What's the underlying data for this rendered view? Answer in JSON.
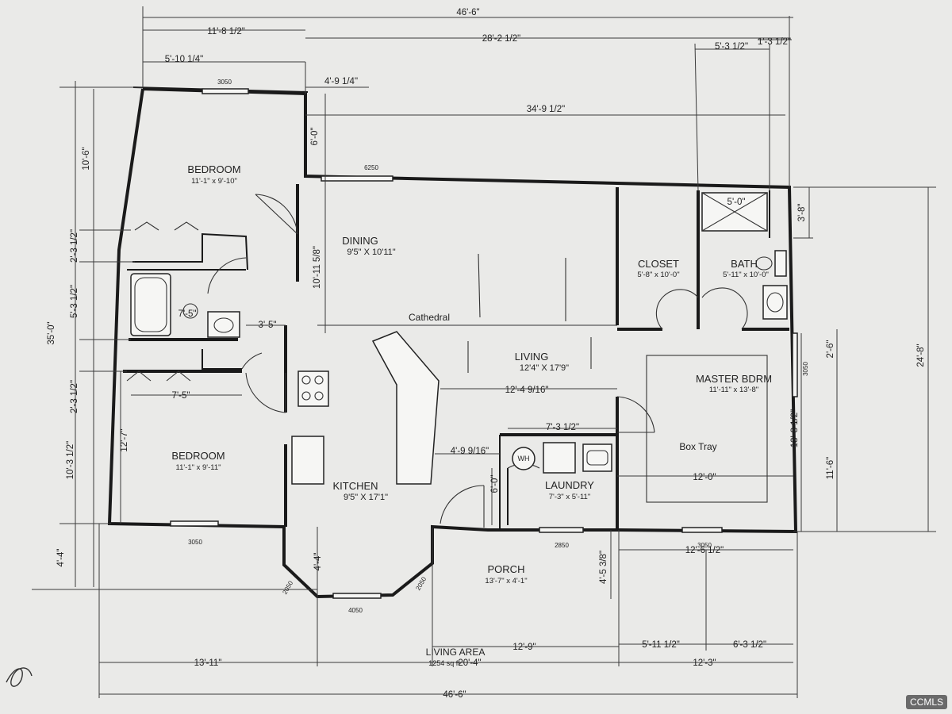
{
  "rooms": {
    "bedroom1": {
      "name": "BEDROOM",
      "size": "11'-1\" x 9'-10\""
    },
    "bedroom2": {
      "name": "BEDROOM",
      "size": "11'-1\" x 9'-11\""
    },
    "dining": {
      "name": "DINING",
      "size": "9'5\" X 10'11\""
    },
    "living": {
      "name": "LIVING",
      "size": "12'4\" X 17'9\""
    },
    "kitchen": {
      "name": "KITCHEN",
      "size": "9'5\" X 17'1\""
    },
    "closet": {
      "name": "CLOSET",
      "size": "5'-8\" x 10'-0\""
    },
    "bath": {
      "name": "BATH",
      "size": "5'-11\" x 10'-0\""
    },
    "master": {
      "name": "MASTER BDRM",
      "size": "11'-11\" x 13'-8\""
    },
    "laundry": {
      "name": "LAUNDRY",
      "size": "7'-3\" x 5'-11\""
    },
    "porch": {
      "name": "PORCH",
      "size": "13'-7\" x 4'-1\""
    }
  },
  "labels": {
    "cathedral": "Cathedral",
    "box_tray": "Box Tray",
    "wh": "WH",
    "living_area": "LIVING AREA",
    "living_area_value": "1254 sq ft",
    "watermark": "CCMLS"
  },
  "windows": {
    "w_top_bed": "3050",
    "w_dining": "6250",
    "w_bot_bed": "3050",
    "w_master": "3050",
    "w_kitchen_left": "2050",
    "w_kitchen_bottom": "4050",
    "w_kitchen_right": "2050",
    "w_laundry": "2850",
    "w_master_bottom": "3050"
  },
  "dims": {
    "top_overall": "46'-6\"",
    "top_left": "11'-8 1/2\"",
    "top_right": "28'-2 1/2\"",
    "top_bed": "5'-10 1/4\"",
    "top_bath_a": "5'-3 1/2\"",
    "top_bath_b": "1'-3 1/2\"",
    "top_offset": "4'-9 1/4\"",
    "top_right2": "34'-9 1/2\"",
    "dining_jog": "6'-0\"",
    "left_overall": "35'-0\"",
    "left_a": "10'-6\"",
    "left_b": "2'-3 1/2\"",
    "left_c": "5'-3 1/2\"",
    "left_d": "2'-3 1/2\"",
    "left_e": "10'-3 1/2\"",
    "left_f": "4'-4\"",
    "dining_h": "10'-11 5/8\"",
    "bath_w": "7'-5\"",
    "hall_w": "3'-5\"",
    "bed2_w": "7'-5\"",
    "bed2_h": "12'-7\"",
    "living_w": "12'-4 9/16\"",
    "kitchen_w": "4'-9 9/16\"",
    "laundry_w": "7'-3 1/2\"",
    "laundry_h": "6'-0\"",
    "kitchen_bay": "4'-4\"",
    "master_w": "12'-0\"",
    "shower": "5'-0\"",
    "right_a": "3'-8\"",
    "right_b": "2'-6\"",
    "right_c": "13'-8 1/2\"",
    "right_d": "11'-6\"",
    "right_overall": "24'-8\"",
    "porch_h": "4'-5 3/8\"",
    "porch_w": "12'-6 1/2\"",
    "bot_a": "13'-11\"",
    "bot_b": "12'-9\"",
    "bot_c": "5'-11 1/2\"",
    "bot_d": "6'-3 1/2\"",
    "bot_e": "20'-4\"",
    "bot_f": "12'-3\"",
    "bot_overall": "46'-6\""
  }
}
